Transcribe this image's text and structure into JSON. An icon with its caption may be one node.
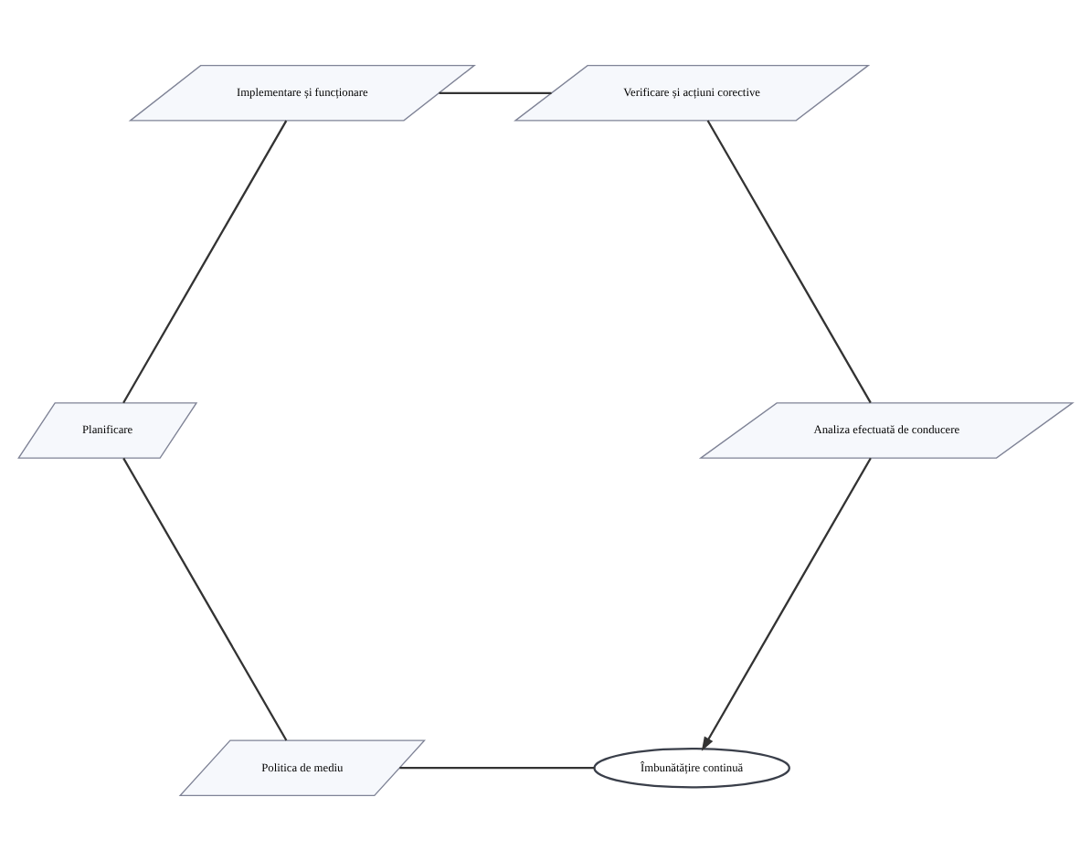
{
  "diagram": {
    "nodes": [
      {
        "text": [
          "Îmbunătățire continuă"
        ]
      },
      {
        "text": [
          "Politica de mediu"
        ]
      },
      {
        "text": [
          "Planificare"
        ]
      },
      {
        "text": [
          "Implementare și funcționare"
        ]
      },
      {
        "text": [
          "Verificare și acțiuni corective"
        ]
      },
      {
        "text": [
          "Analiza efectuată de conducere"
        ]
      }
    ],
    "edges": [
      {
        "from": 0,
        "to": 1,
        "arrow": "none"
      },
      {
        "from": 1,
        "to": 2,
        "arrow": "none"
      },
      {
        "from": 2,
        "to": 3,
        "arrow": "none"
      },
      {
        "from": 3,
        "to": 4,
        "arrow": "none"
      },
      {
        "from": 4,
        "to": 5,
        "arrow": "none"
      },
      {
        "from": 5,
        "to": 0,
        "arrow": "to"
      }
    ]
  }
}
